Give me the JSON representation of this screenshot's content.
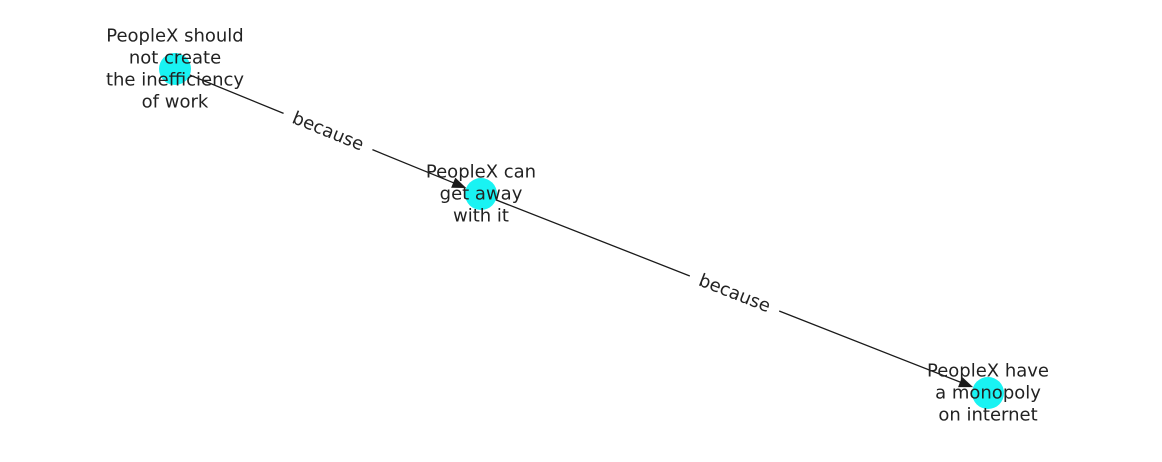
{
  "graph": {
    "node_color": "#19f3f3",
    "edge_color": "#1a1a1a",
    "label_color": "#222222",
    "nodes": [
      {
        "id": "n1",
        "lines": [
          "PeopleX should",
          "not create",
          "the inefficiency",
          "of work"
        ]
      },
      {
        "id": "n2",
        "lines": [
          "PeopleX can",
          "get away",
          "with it"
        ]
      },
      {
        "id": "n3",
        "lines": [
          "PeopleX have",
          "a monopoly",
          "on internet"
        ]
      }
    ],
    "edges": [
      {
        "from": "n1",
        "to": "n2",
        "label": "because"
      },
      {
        "from": "n2",
        "to": "n3",
        "label": "because"
      }
    ]
  }
}
